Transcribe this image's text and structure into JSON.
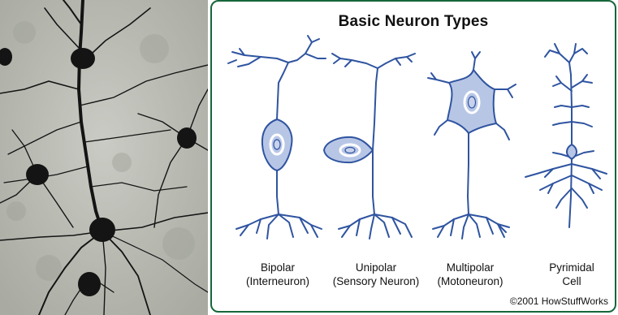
{
  "diagram": {
    "title": "Basic Neuron Types",
    "credit": "©2001 HowStuffWorks",
    "neurons": [
      {
        "name": "Bipolar",
        "subtitle": "(Interneuron)"
      },
      {
        "name": "Unipolar",
        "subtitle": "(Sensory Neuron)"
      },
      {
        "name": "Multipolar",
        "subtitle": "(Motoneuron)"
      },
      {
        "name": "Pyrimidal",
        "subtitle": "Cell"
      }
    ]
  },
  "colors": {
    "neuron_stroke": "#2f54a0",
    "cell_body_fill": "#b8c6e6",
    "panel_border": "#16663a",
    "photo_background": "#b9bbb3",
    "photo_neuron": "#141414"
  }
}
